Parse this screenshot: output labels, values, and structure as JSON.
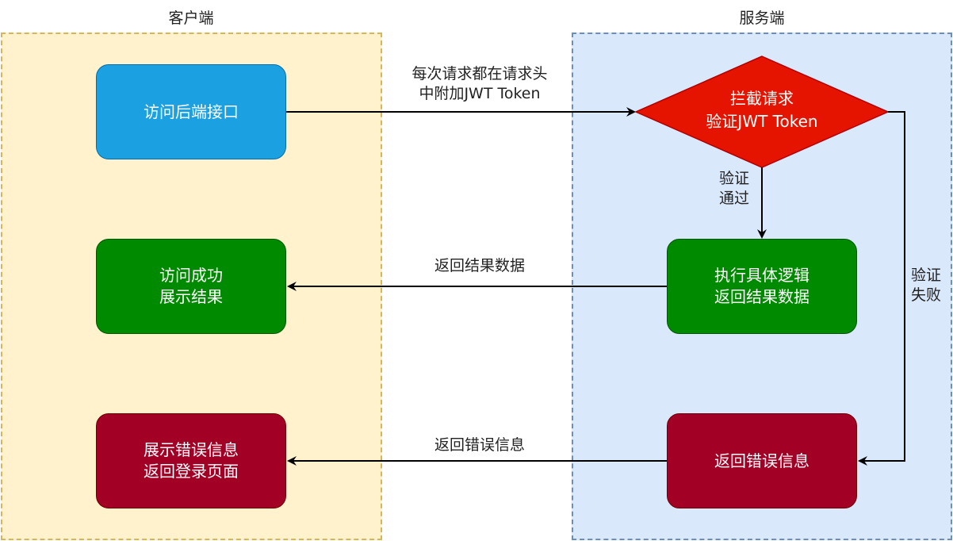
{
  "lanes": {
    "client": {
      "title": "客户端"
    },
    "server": {
      "title": "服务端"
    }
  },
  "nodes": {
    "access_backend": "访问后端接口",
    "access_success": "访问成功\n展示结果",
    "show_error": "展示错误信息\n返回登录页面",
    "intercept": "拦截请求\n验证JWT Token",
    "execute_logic": "执行具体逻辑\n返回结果数据",
    "return_error": "返回错误信息"
  },
  "edges": {
    "request": "每次请求都在请求头\n中附加JWT Token",
    "verify_pass": "验证\n通过",
    "verify_fail": "验证\n失败",
    "return_data": "返回结果数据",
    "return_error": "返回错误信息"
  },
  "colors": {
    "client_lane": "#fff2cc",
    "server_lane": "#dae8fc",
    "blue_node": "#1ba1e2",
    "green_node": "#008a00",
    "red_node": "#a20025",
    "decision_node": "#e51400"
  }
}
